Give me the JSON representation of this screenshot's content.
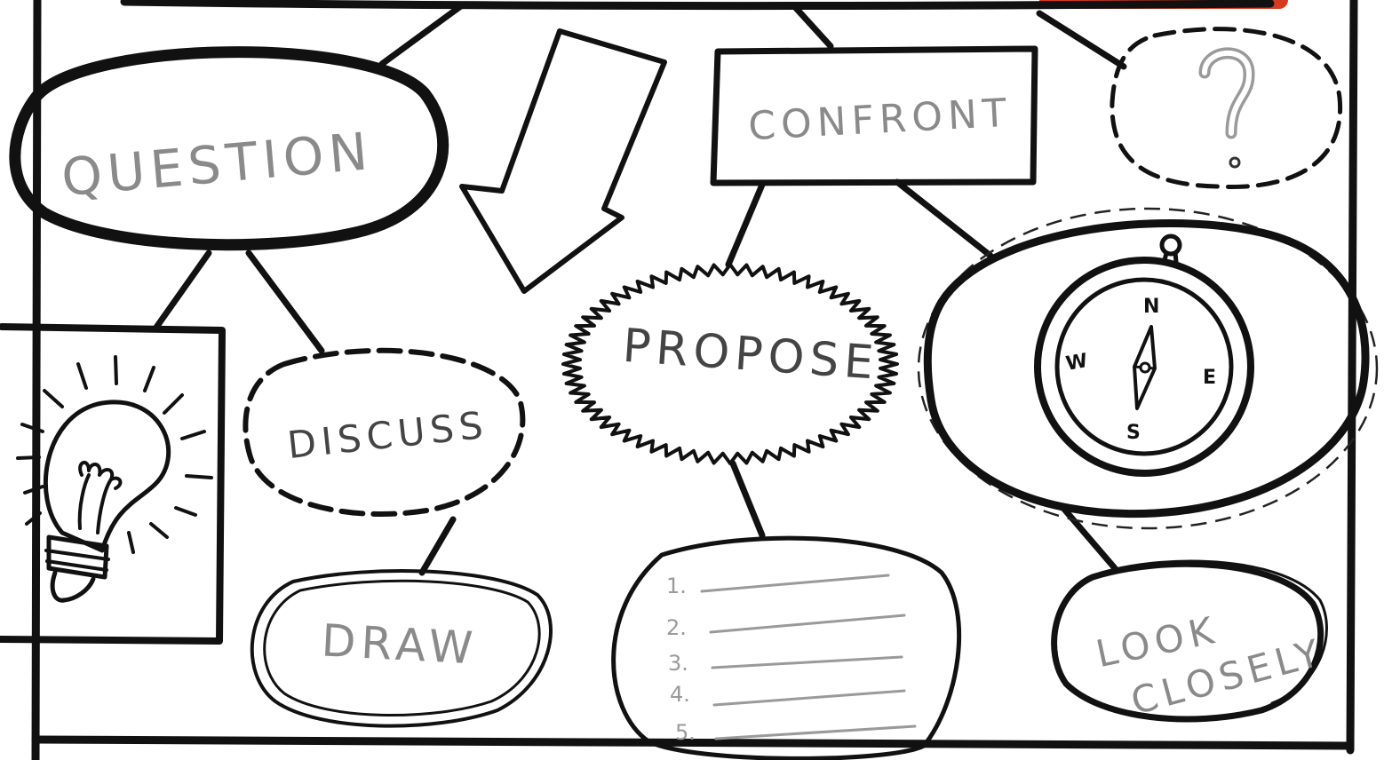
{
  "nodes": {
    "question": "QUESTION",
    "confront": "CONFRONT",
    "question_mark": "?",
    "discuss": "DISCUSS",
    "propose": "PROPOSE",
    "draw": "DRAW",
    "look_closely_line1": "LOOK",
    "look_closely_line2": "CLOSELY"
  },
  "compass": {
    "north": "N",
    "south": "S",
    "east": "E",
    "west": "W"
  },
  "list": {
    "items": [
      "1.",
      "2.",
      "3.",
      "4.",
      "5."
    ]
  },
  "colors": {
    "ink": "#111111",
    "label": "#8a8a8a",
    "accent": "#d83a1f"
  },
  "icons": [
    "lightbulb-icon",
    "compass-icon",
    "question-mark-icon",
    "down-arrow-icon"
  ]
}
